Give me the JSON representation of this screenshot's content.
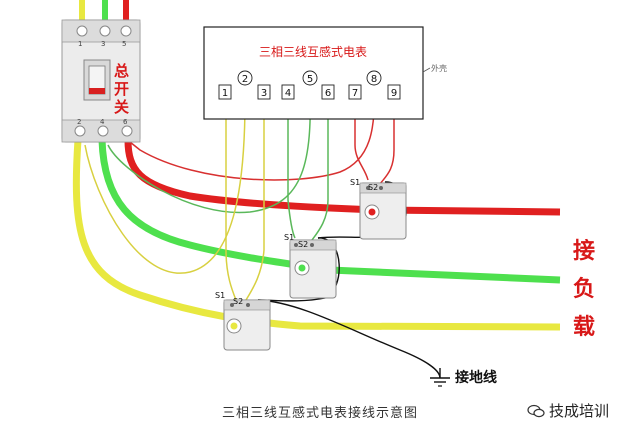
{
  "meter": {
    "title": "三相三线互感式电表",
    "housing_label": "外壳",
    "terminals": [
      "1",
      "2",
      "3",
      "4",
      "5",
      "6",
      "7",
      "8",
      "9"
    ]
  },
  "breaker": {
    "label_chars": [
      "总",
      "开",
      "关"
    ],
    "top_terminals": [
      "1",
      "3",
      "5"
    ],
    "bottom_terminals": [
      "2",
      "4",
      "6"
    ]
  },
  "ct": {
    "s1": "S1",
    "s2": "S2"
  },
  "load_label_chars": [
    "接",
    "负",
    "载"
  ],
  "ground_label": "接地线",
  "caption": "三相三线互感式电表接线示意图",
  "watermark": "技成培训",
  "colors": {
    "phase_yellow": "#e8e840",
    "phase_green": "#4ee04e",
    "phase_red": "#e02020",
    "label_red": "#d81818",
    "thin_wire": "#8ac43a"
  }
}
